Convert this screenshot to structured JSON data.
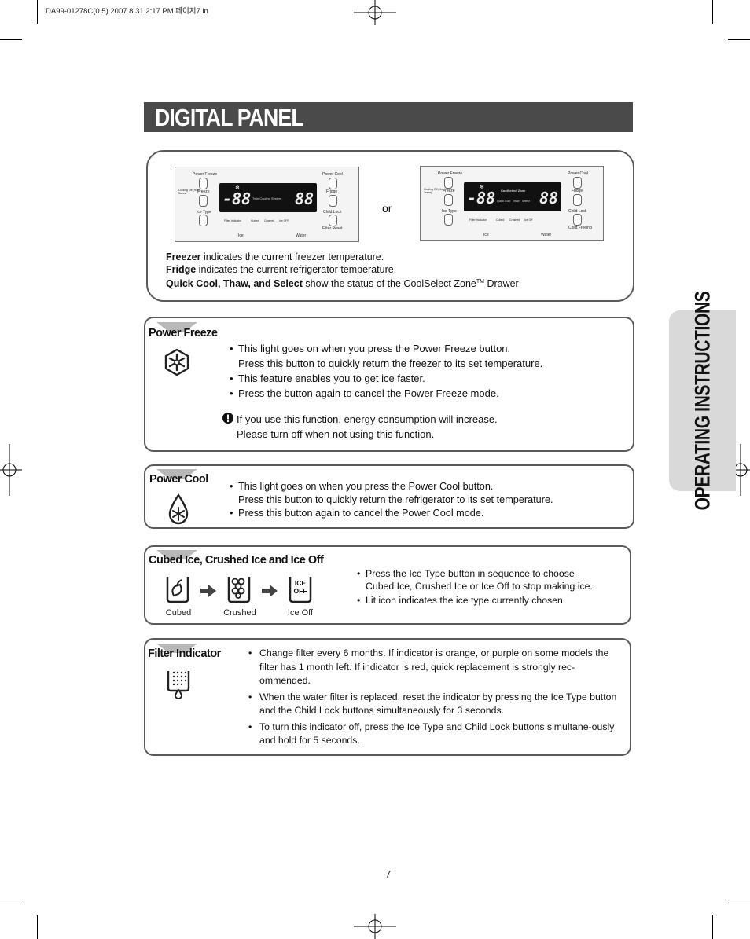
{
  "print_header": "DA99-01278C(0.5)  2007.8.31 2:17 PM 페이지7   in",
  "page_title": "DIGITAL PANEL",
  "side_tab": "OPERATING INSTRUCTIONS",
  "page_number": "7",
  "panel_intro": {
    "or_label": "or",
    "captions": [
      {
        "bold": "Freezer",
        "text": " indicates the current freezer temperature."
      },
      {
        "bold": "Fridge",
        "text": " indicates the current refrigerator temperature."
      },
      {
        "bold": "Quick Cool, Thaw, and Select",
        "text": " show the status of the CoolSelect Zone",
        "sup": "TM",
        "after": " Drawer"
      }
    ],
    "panel_a": {
      "left_labels": [
        "Power Freeze",
        "Freeze",
        "Ice Type"
      ],
      "right_labels": [
        "Power Cool",
        "Fridge",
        "Child Lock"
      ],
      "bottom_labels": [
        "Ice",
        "Water"
      ],
      "side_note": "Cooling Off (Hold 3secs)",
      "digits_left": "-88",
      "digits_right": "88",
      "center_text": "Twin Cooling System",
      "icon_labels": [
        "Filter Indicator",
        "Cubed",
        "Crushed",
        "Ice OFF"
      ],
      "right_bottom": "Filter Reset"
    },
    "panel_b": {
      "left_labels": [
        "Power Freeze",
        "Freeze",
        "Ice Type"
      ],
      "right_labels": [
        "Power Cool",
        "Fridge",
        "Child Lock"
      ],
      "bottom_labels": [
        "Ice",
        "Water"
      ],
      "side_note": "Cooling Off (Hold 3secs)",
      "digits_left": "-88",
      "digits_right": "88",
      "center_text": "CoolSelect Zone",
      "zone_labels": [
        "Quick Cool",
        "Thaw",
        "Select"
      ],
      "icon_labels": [
        "Filter Indicator",
        "Cubed",
        "Crushed",
        "Ice Off"
      ],
      "right_bottom": "Child Freeing"
    }
  },
  "power_freeze": {
    "title": "Power Freeze",
    "bullets": [
      {
        "text": "This light goes on when you press the Power Freeze button.",
        "cont": "Press this button to quickly return the freezer to its set temperature."
      },
      {
        "text": "This feature enables you to get ice faster."
      },
      {
        "text": "Press the button again to cancel the Power Freeze mode."
      }
    ],
    "warning": [
      "If you use this function, energy consumption will increase.",
      "Please turn off when not using this function."
    ]
  },
  "power_cool": {
    "title": "Power Cool",
    "bullets": [
      {
        "text": "This light goes on when you press the Power Cool button.",
        "cont": "Press this button to quickly return the refrigerator to its set temperature."
      },
      {
        "text": "Press this button again to cancel the Power Cool mode."
      }
    ]
  },
  "ice_type": {
    "title": "Cubed Ice, Crushed Ice and Ice Off",
    "icons": [
      "Cubed",
      "Crushed",
      "Ice Off"
    ],
    "ice_off_text": [
      "ICE",
      "OFF"
    ],
    "bullets": [
      {
        "text": "Press the Ice Type button in sequence to choose",
        "cont": "Cubed Ice, Crushed Ice or Ice Off to stop making ice."
      },
      {
        "text": "Lit icon indicates the ice type currently chosen."
      }
    ]
  },
  "filter": {
    "title": "Filter Indicator",
    "bullets": [
      "Change filter every 6 months. If indicator is orange, or purple on some models the filter has 1 month left. If indicator is red, quick replacement is strongly rec-ommended.",
      "When the water filter is replaced, reset the indicator by pressing the Ice Type button and the Child Lock buttons simultaneously for 3 seconds.",
      "To turn this indicator off, press the Ice Type and Child Lock buttons simultane-ously and hold for 5 seconds."
    ]
  }
}
